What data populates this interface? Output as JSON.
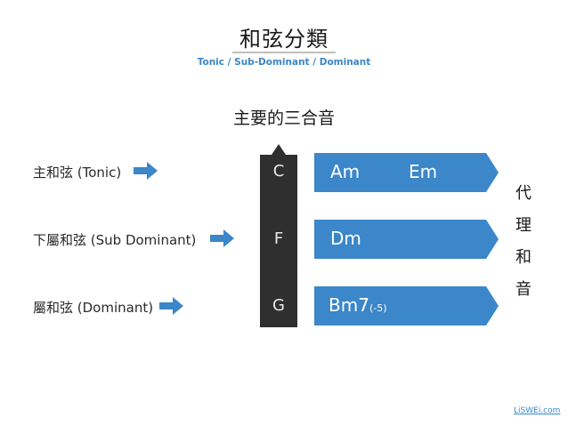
{
  "header": {
    "title": "和弦分類",
    "subtitle": "Tonic / Sub-Dominant / Dominant"
  },
  "section_title": "主要的三合音",
  "rows": [
    {
      "label": "主和弦 (Tonic)",
      "primary": "C",
      "tag_1": "Am",
      "tag_2": "Em",
      "tag_sub": ""
    },
    {
      "label": "下屬和弦 (Sub Dominant)",
      "primary": "F",
      "tag_1": "Dm",
      "tag_2": "",
      "tag_sub": ""
    },
    {
      "label": "屬和弦 (Dominant)",
      "primary": "G",
      "tag_1": "Bm7",
      "tag_2": "",
      "tag_sub": "(-5)"
    }
  ],
  "side_label": [
    "代",
    "理",
    "和",
    "音"
  ],
  "watermark": "LiSWEi.com",
  "colors": {
    "arrow_blue": "#3b87c9",
    "pillar_dark": "#2f2f2f",
    "tag_blue": "#3b87c9",
    "subtitle_blue": "#3a86c8"
  },
  "icons": {
    "row_arrow": "arrow-right-icon"
  }
}
